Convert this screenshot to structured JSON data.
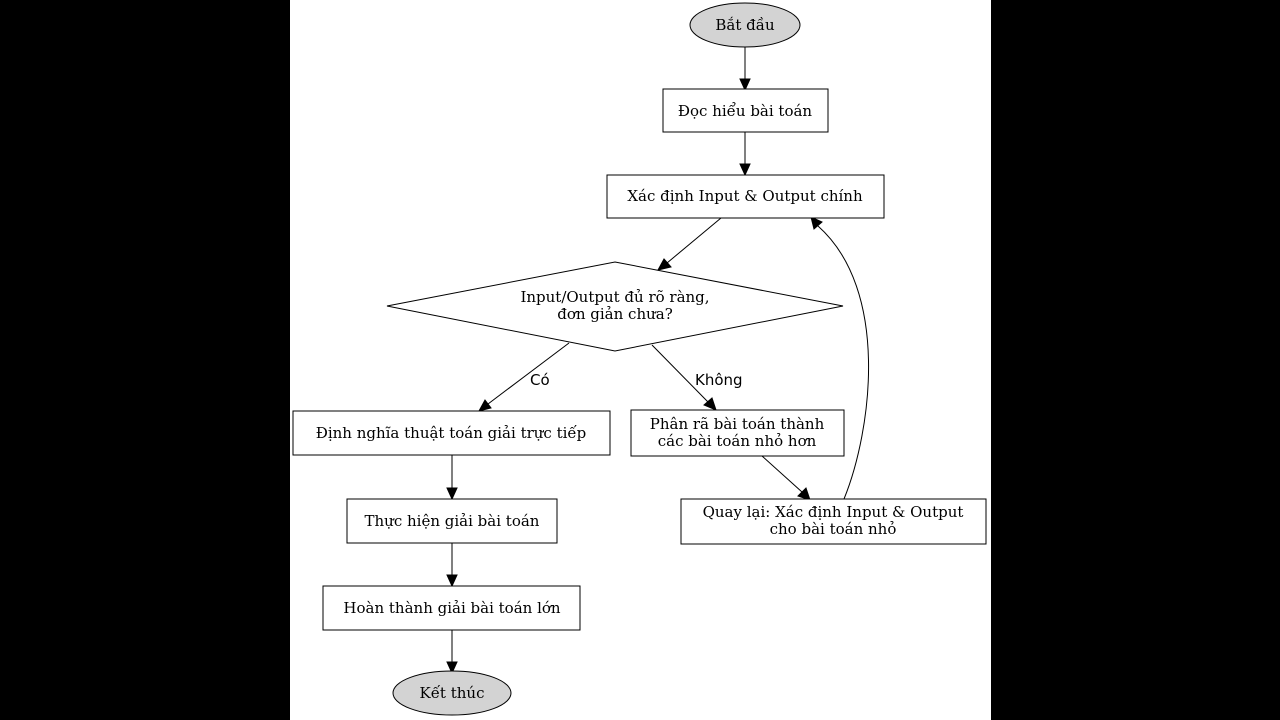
{
  "nodes": {
    "start": "Bắt đầu",
    "read": "Đọc hiểu bài toán",
    "define_io": "Xác định Input & Output chính",
    "decision_line1": "Input/Output đủ rõ ràng,",
    "decision_line2": "đơn giản chưa?",
    "direct_algo": "Định nghĩa thuật toán giải trực tiếp",
    "decompose_line1": "Phân rã bài toán thành",
    "decompose_line2": "các bài toán nhỏ hơn",
    "solve": "Thực hiện giải bài toán",
    "loop_back_line1": "Quay lại: Xác định Input & Output",
    "loop_back_line2": "cho bài toán nhỏ",
    "complete": "Hoàn thành giải bài toán lớn",
    "end": "Kết thúc"
  },
  "edges": {
    "yes": "Có",
    "no": "Không"
  },
  "colors": {
    "terminal_fill": "#d3d3d3",
    "box_fill": "#ffffff",
    "canvas": "#ffffff",
    "backdrop": "#000000"
  }
}
